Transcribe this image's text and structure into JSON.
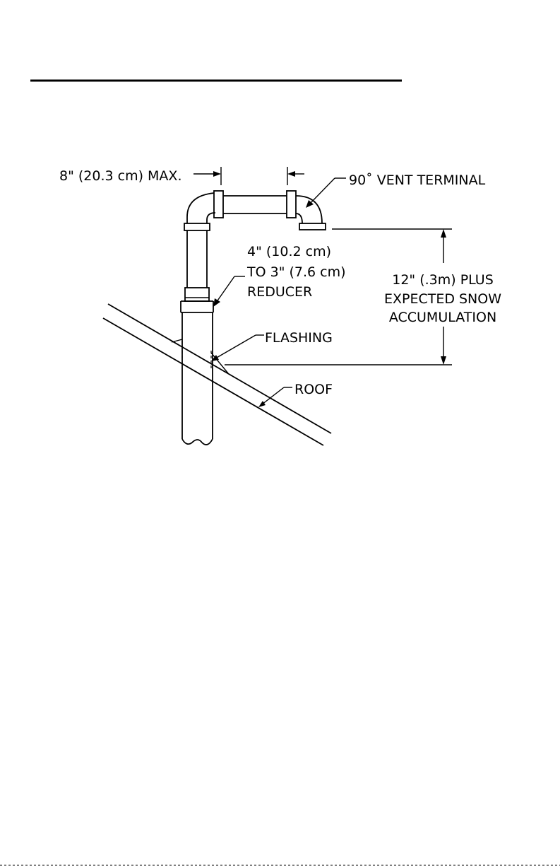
{
  "labels": {
    "max_distance": "8\" (20.3 cm) MAX.",
    "vent_terminal": "90˚ VENT TERMINAL",
    "reducer_line1": "4\" (10.2 cm)",
    "reducer_line2": "TO 3\" (7.6 cm)",
    "reducer_line3": "REDUCER",
    "clearance_line1": "12\" (.3m) PLUS",
    "clearance_line2": "EXPECTED SNOW",
    "clearance_line3": "ACCUMULATION",
    "flashing": "FLASHING",
    "roof": "ROOF"
  }
}
